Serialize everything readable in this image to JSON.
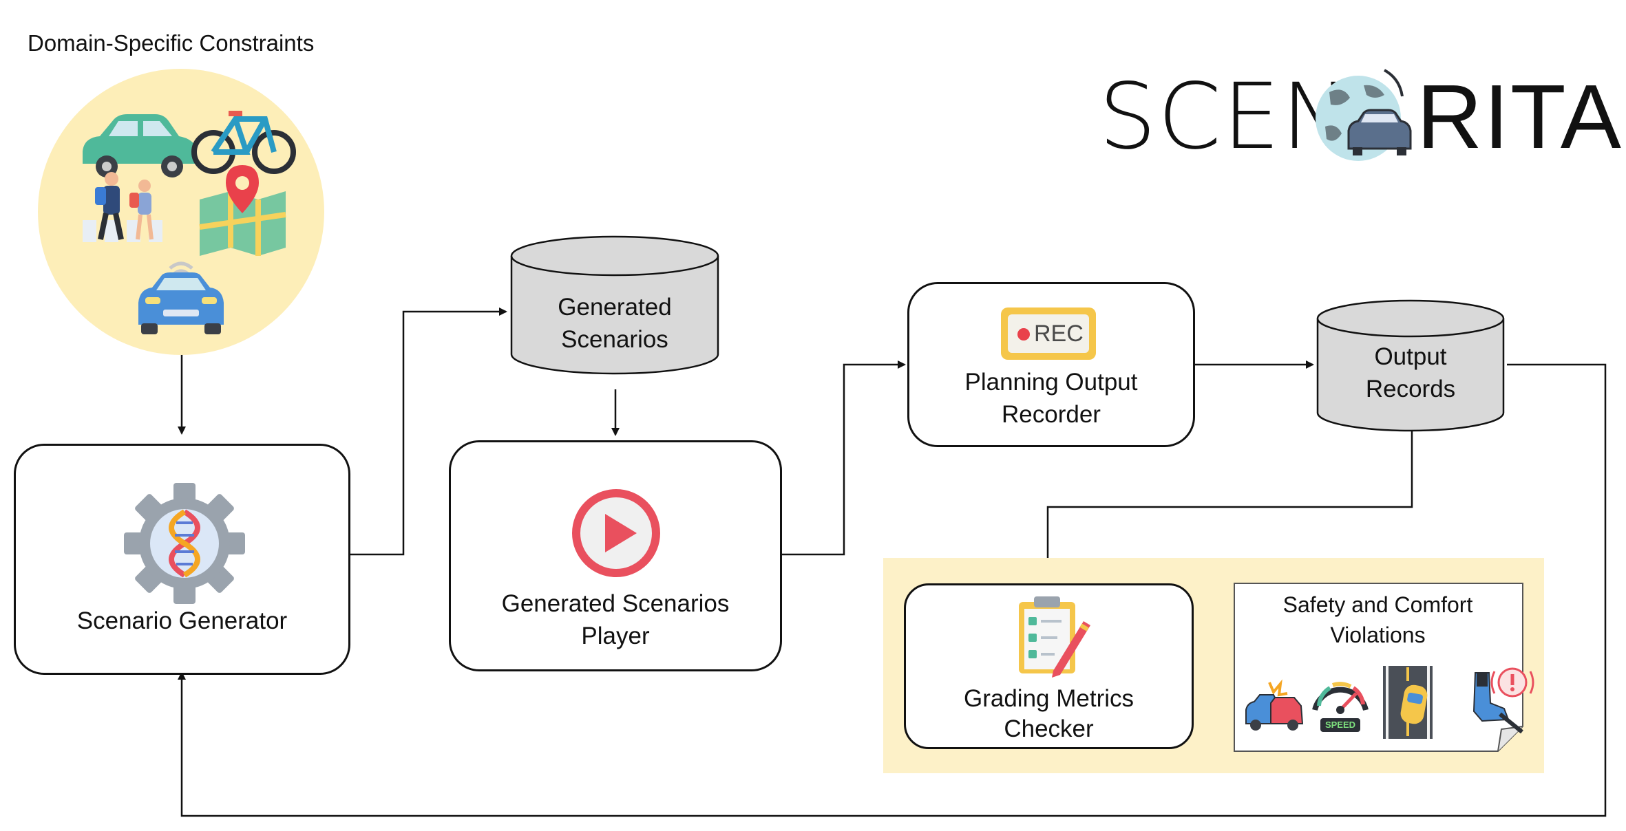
{
  "constraints": {
    "title": "Domain-Specific Constraints"
  },
  "logo": {
    "left": "SCEN",
    "right": "RITA"
  },
  "nodes": {
    "scenario_generator": "Scenario Generator",
    "generated_scenarios_line1": "Generated",
    "generated_scenarios_line2": "Scenarios",
    "player_line1": "Generated Scenarios",
    "player_line2": "Player",
    "recorder_line1": "Planning Output",
    "recorder_line2": "Recorder",
    "output_records_line1": "Output",
    "output_records_line2": "Records",
    "grading_line1": "Grading Metrics",
    "grading_line2": "Checker",
    "violations_line1": "Safety and Comfort",
    "violations_line2": "Violations",
    "rec_badge": "REC",
    "speed_badge": "SPEED"
  },
  "colors": {
    "constraints_circle": "#fdeeb8",
    "violations_panel": "#fdf1c8",
    "cylinder": "#d9d9d9",
    "play_red": "#e9505e",
    "rec_yellow": "#f5c64a",
    "stroke": "#111111"
  }
}
